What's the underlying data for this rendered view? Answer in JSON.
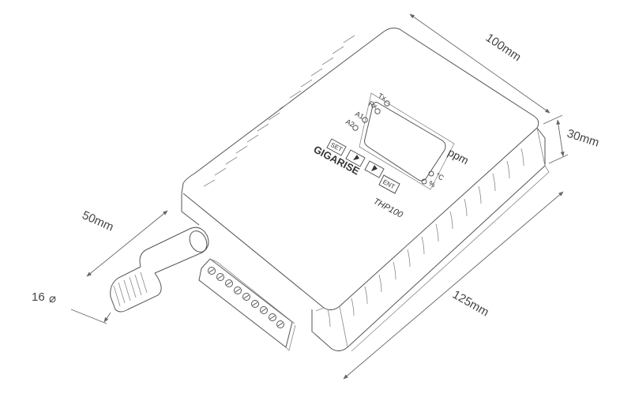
{
  "device": {
    "brand": "GIGARISE",
    "model": "THP100",
    "display_unit": "ppm",
    "leds": [
      "Tx",
      "Rx",
      "A1",
      "A2"
    ],
    "unit_indicators": [
      "°C",
      "%"
    ],
    "buttons": [
      "SET",
      "ENT"
    ]
  },
  "dimensions": {
    "length": "100mm",
    "height": "30mm",
    "probe_length": "50mm",
    "width": "125mm",
    "probe_diameter": "16",
    "diameter_symbol": "⌀"
  }
}
